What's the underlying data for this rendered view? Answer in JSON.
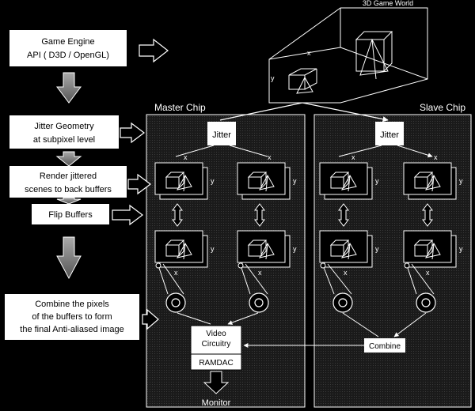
{
  "steps": {
    "engine_line1": "Game Engine",
    "engine_line2": "API  ( D3D / OpenGL)",
    "jitter_line1": "Jitter Geometry",
    "jitter_line2": "at subpixel level",
    "render_line1": "Render jittered",
    "render_line2": "scenes to back buffers",
    "flip": "Flip Buffers",
    "combine_line1": "Combine the pixels",
    "combine_line2": "of the buffers to form",
    "combine_line3": "the final Anti-aliased image"
  },
  "world": {
    "title": "3D Game World",
    "x": "x",
    "y": "y"
  },
  "master": {
    "title": "Master Chip",
    "jitter": "Jitter",
    "video_line1": "Video",
    "video_line2": "Circuitry",
    "ramdac": "RAMDAC"
  },
  "slave": {
    "title": "Slave Chip",
    "jitter": "Jitter",
    "combine": "Combine"
  },
  "axis": {
    "x": "x",
    "y": "y"
  },
  "monitor": "Monitor",
  "colors": {
    "background": "#000000",
    "panel": "#222222",
    "box": "#ffffff",
    "arrow": "#777777",
    "line": "#ffffff"
  }
}
